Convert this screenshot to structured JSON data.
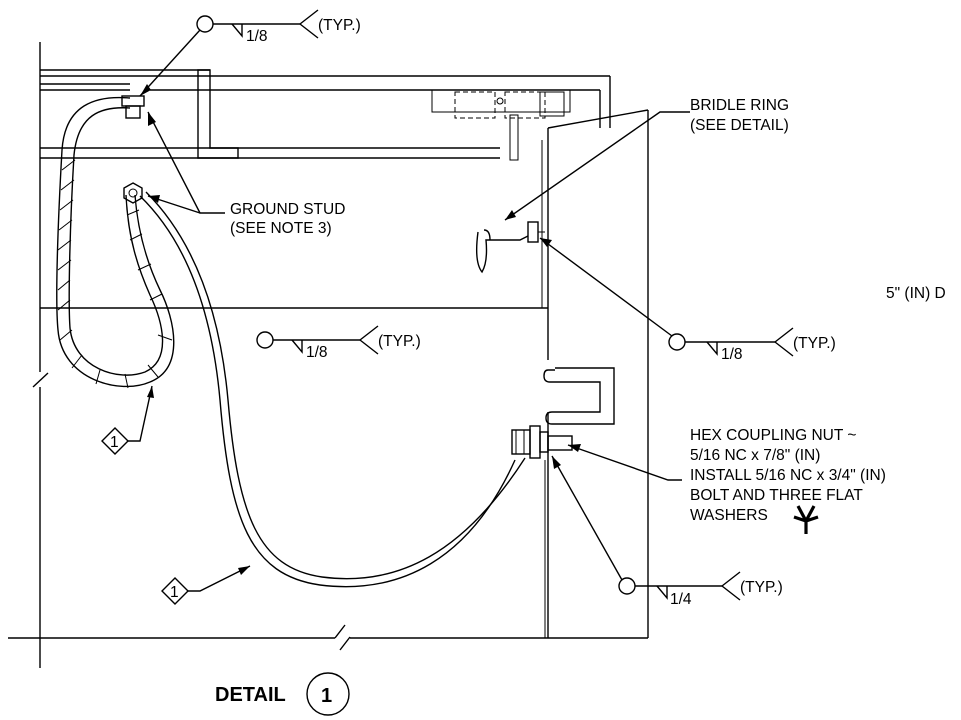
{
  "labels": {
    "typ": "(TYP.)",
    "weld_1_8": "1/8",
    "weld_1_4": "1/4",
    "ground_stud_line1": "GROUND STUD",
    "ground_stud_line2": "(SEE NOTE 3)",
    "bridle_ring_line1": "BRIDLE RING",
    "bridle_ring_line2": "(SEE DETAIL)",
    "side_note": "5\" (IN) D",
    "hex_line1": "HEX COUPLING NUT ~",
    "hex_line2": "5/16 NC x 7/8\" (IN)",
    "hex_line3": "INSTALL 5/16 NC x 3/4\" (IN)",
    "hex_line4": "BOLT AND THREE FLAT",
    "hex_line5": "WASHERS",
    "tag_1": "1",
    "detail_title": "DETAIL",
    "detail_number": "1"
  }
}
